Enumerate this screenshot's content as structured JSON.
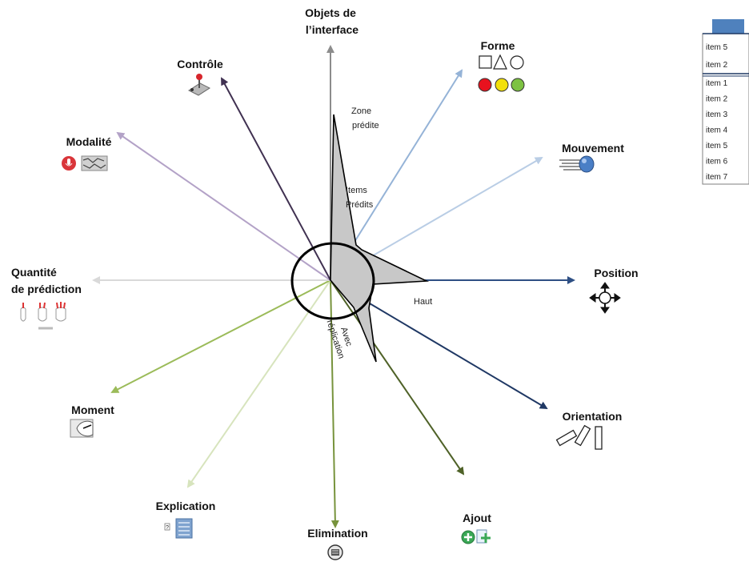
{
  "axes": [
    {
      "key": "objets",
      "lines": [
        "Objets de",
        "l’interface"
      ],
      "color": "#8c8c8c"
    },
    {
      "key": "forme",
      "lines": [
        "Forme"
      ],
      "color": "#95b3d7"
    },
    {
      "key": "mouvement",
      "lines": [
        "Mouvement"
      ],
      "color": "#b9cde5"
    },
    {
      "key": "position",
      "lines": [
        "Position"
      ],
      "color": "#2e4f84"
    },
    {
      "key": "orientation",
      "lines": [
        "Orientation"
      ],
      "color": "#1f3864"
    },
    {
      "key": "ajout",
      "lines": [
        "Ajout"
      ],
      "color": "#4f6228"
    },
    {
      "key": "elimination",
      "lines": [
        "Elimination"
      ],
      "color": "#77933c"
    },
    {
      "key": "explication",
      "lines": [
        "Explication"
      ],
      "color": "#d7e4bd"
    },
    {
      "key": "moment",
      "lines": [
        "Moment"
      ],
      "color": "#9bbb59"
    },
    {
      "key": "quantite",
      "lines": [
        "Quantité",
        "de prédiction"
      ],
      "color": "#d9d9d9"
    },
    {
      "key": "modalite",
      "lines": [
        "Modalité"
      ],
      "color": "#b3a2c7"
    },
    {
      "key": "controle",
      "lines": [
        "Contrôle"
      ],
      "color": "#403151"
    }
  ],
  "annotations": {
    "zone": [
      "Zone",
      "prédite"
    ],
    "items": [
      "Items",
      "Prédits"
    ],
    "haut": "Haut",
    "replication": [
      "Avec",
      "réplication"
    ]
  },
  "menu": {
    "predicted_items": [
      "item 5",
      "item 2"
    ],
    "items": [
      "item 1",
      "item 2",
      "item 3",
      "item 4",
      "item 5",
      "item 6",
      "item 7"
    ]
  },
  "icons": {
    "forme_colors": [
      "#e8121e",
      "#f2e00a",
      "#7dc242"
    ],
    "menu_header_color": "#4f81bd"
  }
}
